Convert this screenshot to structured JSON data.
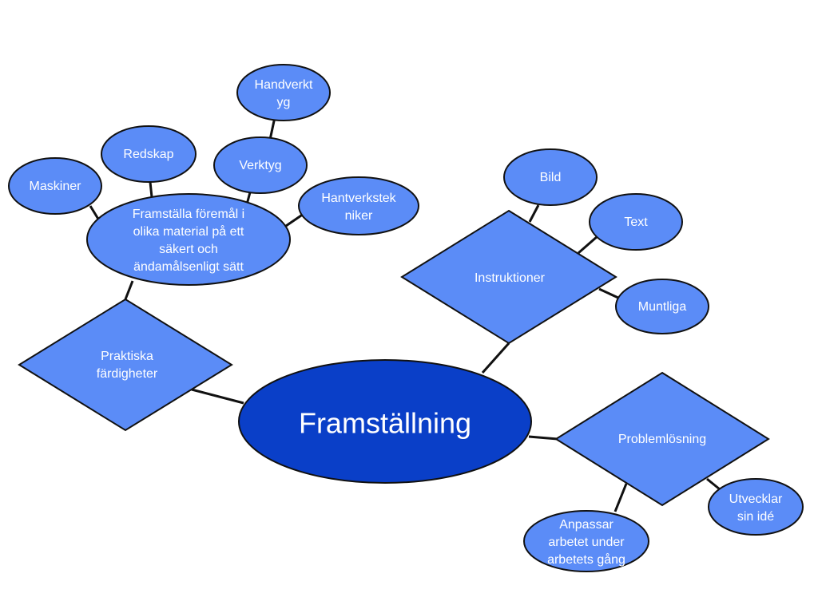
{
  "diagram": {
    "colors": {
      "node_fill": "#5b8cf7",
      "center_fill": "#0a3fc8",
      "outline": "#111111",
      "text": "#ffffff"
    },
    "center": {
      "label": "Framställning"
    },
    "praktiska": {
      "label": [
        "Praktiska",
        "färdigheter"
      ]
    },
    "framstalla": {
      "label": [
        "Framställa föremål i",
        "olika material på ett",
        "säkert och",
        "ändamålsenligt sätt"
      ]
    },
    "maskiner": {
      "label": [
        "Maskiner"
      ]
    },
    "redskap": {
      "label": [
        "Redskap"
      ]
    },
    "verktyg": {
      "label": [
        "Verktyg"
      ]
    },
    "handverktyg": {
      "label": [
        "Handverkt",
        "yg"
      ]
    },
    "hantverkstekniker": {
      "label": [
        "Hantverkstek",
        "niker"
      ]
    },
    "instruktioner": {
      "label": [
        "Instruktioner"
      ]
    },
    "bild": {
      "label": [
        "Bild"
      ]
    },
    "text": {
      "label": [
        "Text"
      ]
    },
    "muntliga": {
      "label": [
        "Muntliga"
      ]
    },
    "problemlosning": {
      "label": [
        "Problemlösning"
      ]
    },
    "utvecklar": {
      "label": [
        "Utvecklar",
        "sin idé"
      ]
    },
    "anpassar": {
      "label": [
        "Anpassar",
        "arbetet under",
        "arbetets gång"
      ]
    }
  }
}
